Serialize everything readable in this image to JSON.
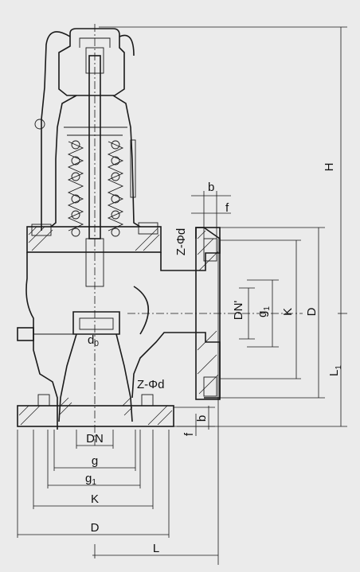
{
  "labels": {
    "H": "H",
    "L1_main": "L",
    "L1_sub": "1",
    "b_top": "b",
    "f_top": "f",
    "Zphid_top": "Z-Φd",
    "DN_prime": "DN'",
    "g1_v_main": "g",
    "g1_v_sub": "1",
    "K_v": "K",
    "D_v": "D",
    "d0_main": "d",
    "d0_sub": "0",
    "Zphid_bottom": "Z-Φd",
    "b_bottom": "b",
    "f_bottom": "f",
    "DN": "DN",
    "g": "g",
    "g1_h_main": "g",
    "g1_h_sub": "1",
    "K_h": "K",
    "D_h": "D",
    "L": "L"
  },
  "colors": {
    "background": "#ebebeb",
    "line": "#1a1a1a"
  }
}
